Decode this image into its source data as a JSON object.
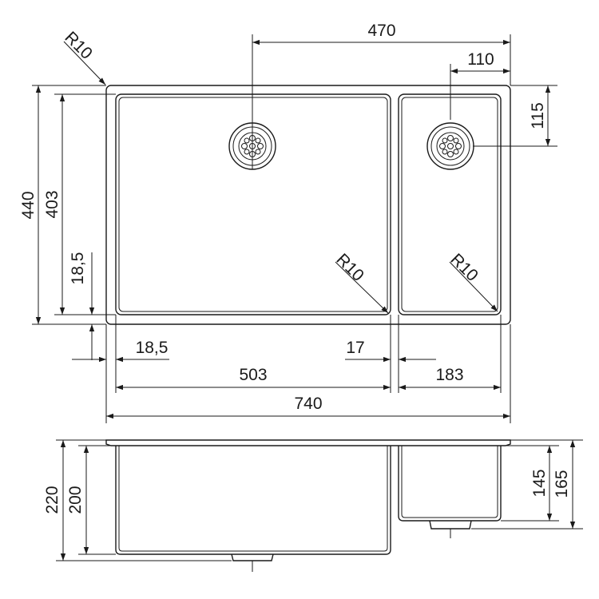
{
  "radii": {
    "top_left": "R10",
    "main_bowl": "R10",
    "small_bowl": "R10"
  },
  "dimensions": {
    "overall_width": "740",
    "main_bowl_width": "503",
    "small_bowl_width": "183",
    "left_edge_offset": "18,5",
    "divider_width": "17",
    "drain_offset_from_right": "470",
    "small_drain_offset": "110",
    "small_drain_from_top": "115",
    "overall_depth": "440",
    "bowl_depth": "403",
    "bottom_edge_offset": "18,5",
    "main_height_total": "220",
    "main_height_bowl": "200",
    "small_height_bowl": "145",
    "small_height_total": "165"
  },
  "icons": {
    "main_drain": "drain-strainer-icon",
    "small_drain": "drain-strainer-icon"
  }
}
